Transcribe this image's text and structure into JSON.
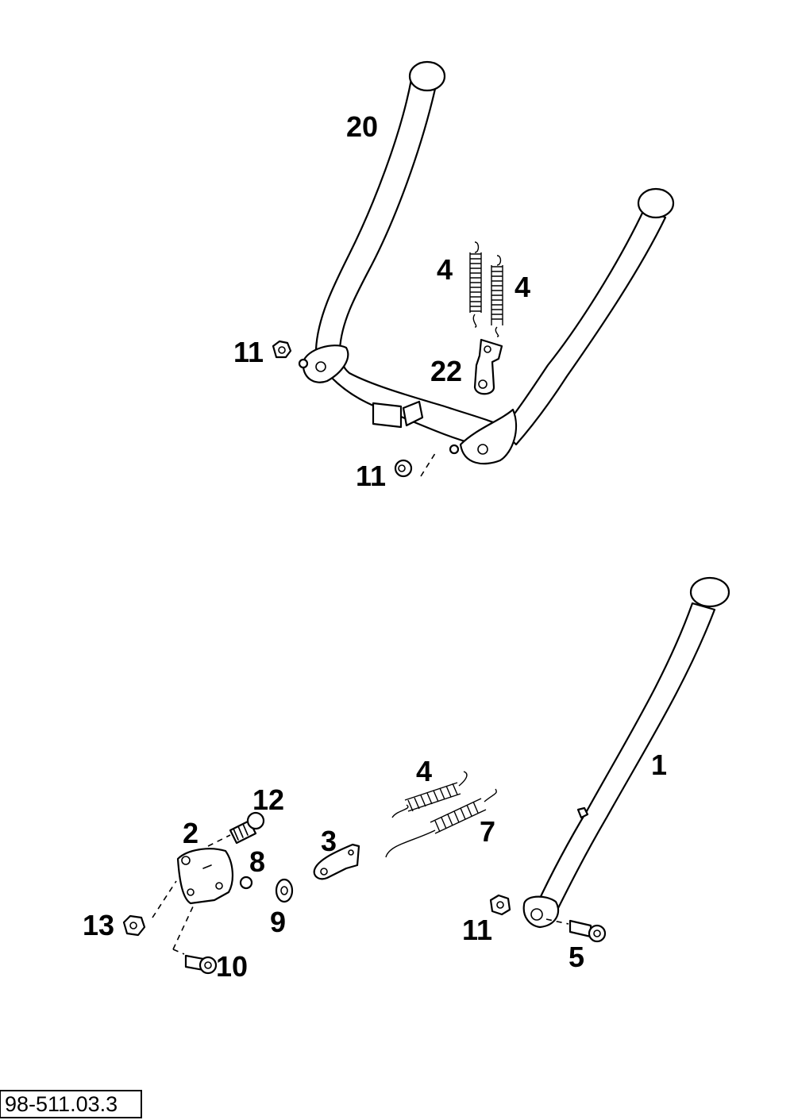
{
  "diagram": {
    "drawing_number": "98-511.03.3",
    "callouts": {
      "c20": "20",
      "c4_upper_left": "4",
      "c4_upper_right": "4",
      "c11_upper": "11",
      "c22": "22",
      "c11_middle": "11",
      "c1": "1",
      "c4_lower": "4",
      "c7": "7",
      "c12": "12",
      "c2": "2",
      "c3": "3",
      "c8": "8",
      "c9": "9",
      "c13": "13",
      "c10": "10",
      "c11_lower": "11",
      "c5": "5"
    }
  }
}
